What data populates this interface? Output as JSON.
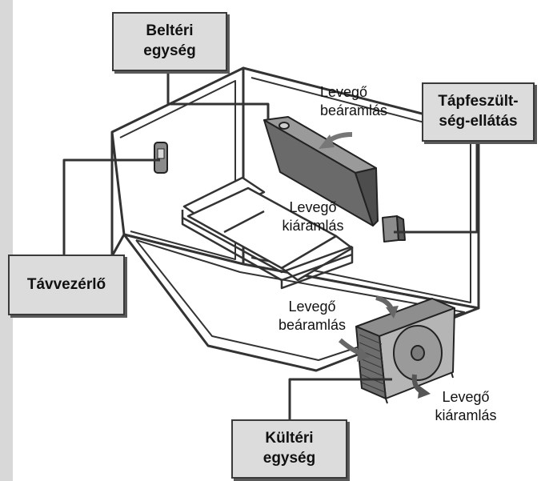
{
  "labels": {
    "indoor_unit": [
      "Beltéri",
      "egység"
    ],
    "power_supply": [
      "Tápfeszült-",
      "ség-ellátás"
    ],
    "remote": [
      "Távvezérlő"
    ],
    "outdoor_unit": [
      "Kültéri",
      "egység"
    ]
  },
  "airflow": {
    "indoor_in": [
      "Levegő",
      "beáramlás"
    ],
    "indoor_out": [
      "Levegő",
      "kiáramlás"
    ],
    "outdoor_in": [
      "Levegő",
      "beáramlás"
    ],
    "outdoor_out": [
      "Levegő",
      "kiáramlás"
    ]
  },
  "colors": {
    "box_fill": "#dcdcdc",
    "line": "#3a3a3a",
    "unit_dark": "#6a6a6a",
    "unit_light": "#b5b5b5"
  }
}
